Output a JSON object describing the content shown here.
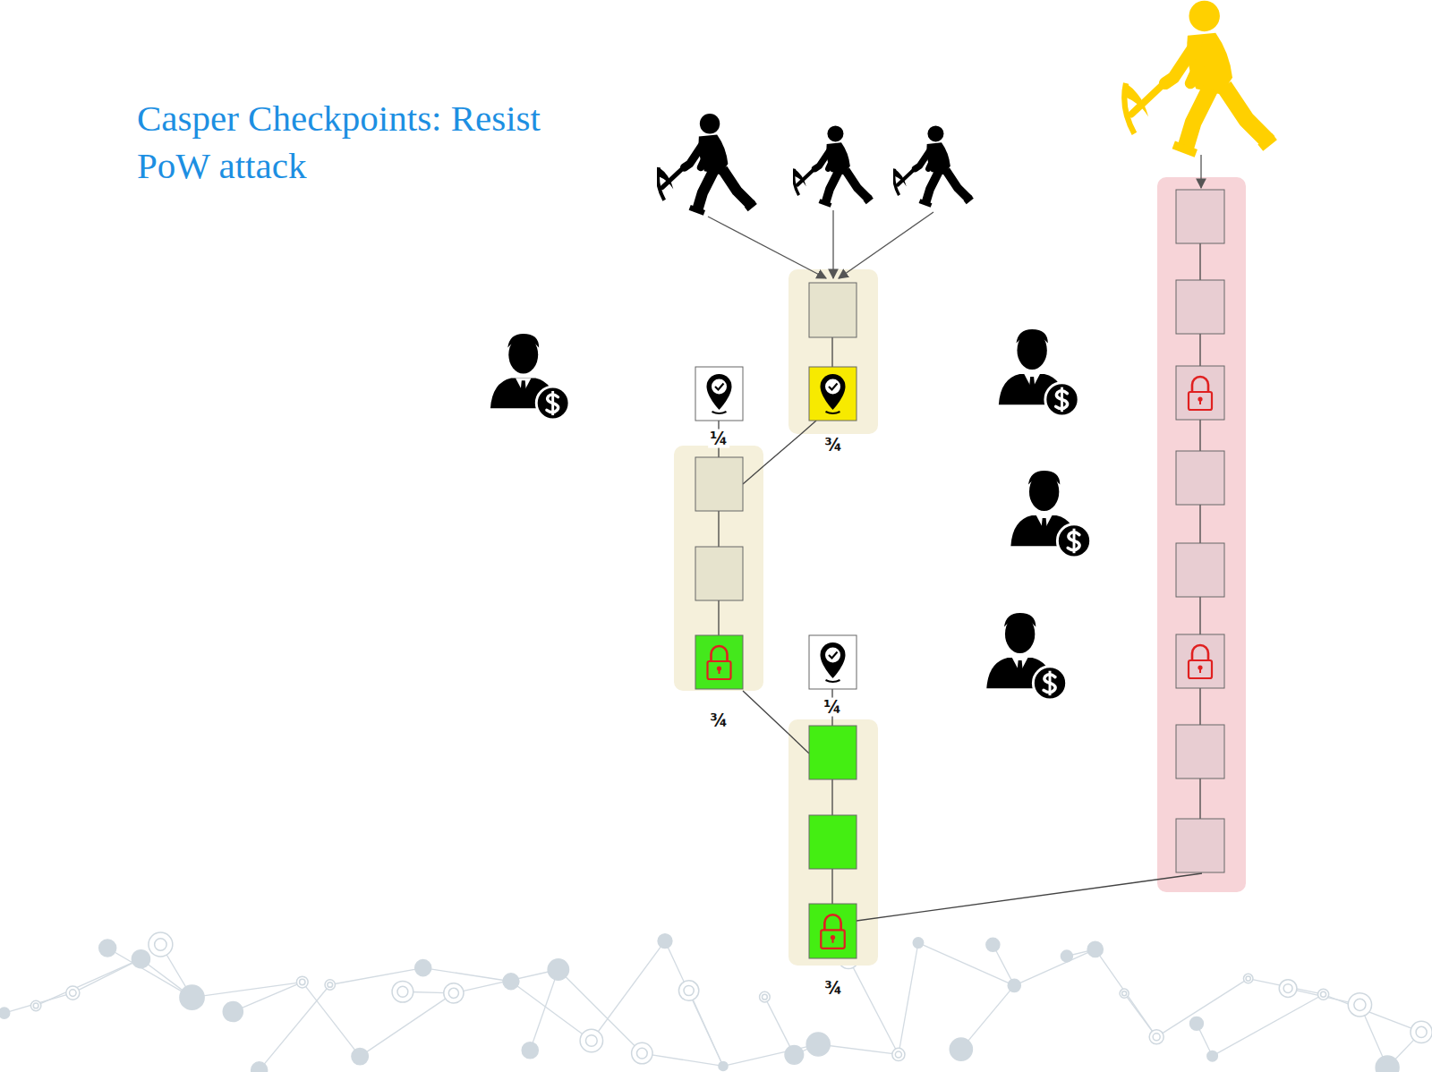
{
  "diagram": {
    "title": "Casper Checkpoints: Resist PoW attack",
    "nodes": [
      {
        "text": [
          "¾"
        ]
      },
      {
        "text": [
          "¾"
        ]
      },
      {
        "text": [
          "¾"
        ]
      }
    ],
    "edges": [
      {
        "from": 1,
        "to": 0,
        "arrow": "none"
      },
      {
        "from": 1,
        "to": 2,
        "arrow": "none"
      }
    ],
    "labels": [
      "¼",
      "¼"
    ]
  }
}
